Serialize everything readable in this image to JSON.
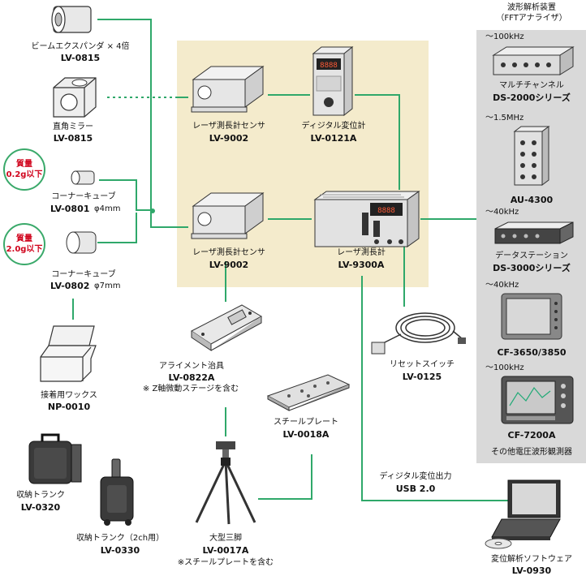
{
  "colors": {
    "line": "#2fa86a",
    "panel": "#f4ebcc",
    "gray_panel": "#d9d9d9",
    "badge_text": "#d0021b"
  },
  "fft_header": {
    "line1": "波形解析装置",
    "line2": "（FFTアナライザ）"
  },
  "left": {
    "beam_expander": {
      "name": "ビームエクスパンダ × 4倍",
      "code": "LV-0815"
    },
    "right_angle_mirror": {
      "name": "直角ミラー",
      "code": "LV-0815"
    },
    "corner_cube_1": {
      "name": "コーナーキューブ",
      "code": "LV-0801",
      "dim": "φ4mm",
      "badge_top": "質量",
      "badge_bottom": "0.2g以下"
    },
    "corner_cube_2": {
      "name": "コーナーキューブ",
      "code": "LV-0802",
      "dim": "φ7mm",
      "badge_top": "質量",
      "badge_bottom": "2.0g以下"
    },
    "wax": {
      "name": "接着用ワックス",
      "code": "NP-0010"
    },
    "trunk_1": {
      "name": "収納トランク",
      "code": "LV-0320"
    },
    "trunk_2": {
      "name": "収納トランク（2ch用）",
      "code": "LV-0330"
    }
  },
  "center": {
    "sensor_top": {
      "name": "レーザ測長計センサ",
      "code": "LV-9002"
    },
    "gauge": {
      "name": "ディジタル変位計",
      "code": "LV-0121A",
      "display": "8888"
    },
    "sensor_bottom": {
      "name": "レーザ測長計センサ",
      "code": "LV-9002"
    },
    "meter": {
      "name": "レーザ測長計",
      "code": "LV-9300A",
      "display": "8888"
    },
    "alignment": {
      "name": "アライメント治具",
      "code": "LV-0822A",
      "note": "※ Z軸微動ステージを含む"
    },
    "steel_plate": {
      "name": "スチールプレート",
      "code": "LV-0018A"
    },
    "tripod": {
      "name": "大型三脚",
      "code": "LV-0017A",
      "note": "※スチールプレートを含む"
    },
    "reset_switch": {
      "name": "リセットスイッチ",
      "code": "LV-0125"
    },
    "digital_output": {
      "name": "ディジタル変位出力",
      "code": "USB 2.0"
    }
  },
  "right": {
    "ds2000": {
      "freq": "～100kHz",
      "name": "マルチチャンネル",
      "code": "DS-2000シリーズ"
    },
    "au4300": {
      "freq": "～1.5MHz",
      "code": "AU-4300"
    },
    "ds3000": {
      "freq": "～40kHz",
      "name": "データステーション",
      "code": "DS-3000シリーズ"
    },
    "cf3650": {
      "freq": "～40kHz",
      "code": "CF-3650/3850"
    },
    "cf7200": {
      "freq": "～100kHz",
      "code": "CF-7200A"
    },
    "other": {
      "name": "その他電圧波形観測器"
    },
    "software": {
      "name": "変位解析ソフトウェア",
      "code": "LV-0930"
    }
  }
}
